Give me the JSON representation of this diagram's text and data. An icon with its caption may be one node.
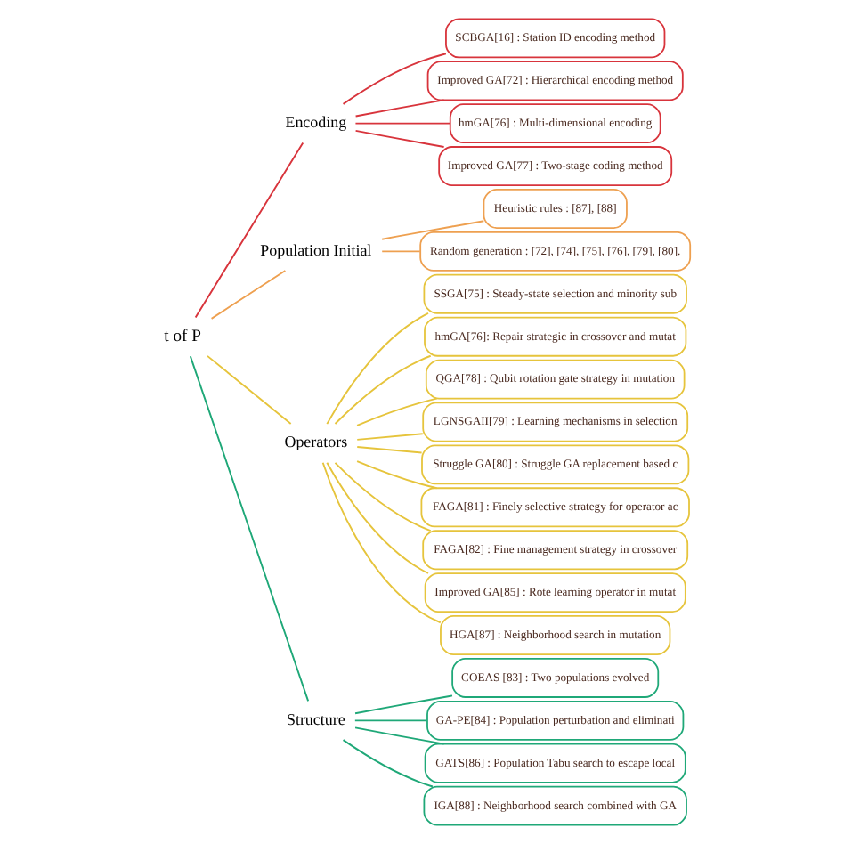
{
  "diagram": {
    "nodes": [
      {
        "text": [
          "t of P"
        ]
      },
      {
        "text": [
          "Encoding"
        ]
      },
      {
        "text": [
          "SCBGA[16] : Station ID encoding method"
        ]
      },
      {
        "text": [
          "Improved GA[72] : Hierarchical encoding method"
        ]
      },
      {
        "text": [
          "hmGA[76] : Multi-dimensional encoding"
        ]
      },
      {
        "text": [
          "Improved GA[77] : Two-stage coding method"
        ]
      },
      {
        "text": [
          "Population Initial"
        ]
      },
      {
        "text": [
          "Heuristic rules : [87], [88]"
        ]
      },
      {
        "text": [
          "Random generation : [72], [74], [75], [76], [79], [80]."
        ]
      },
      {
        "text": [
          "Operators"
        ]
      },
      {
        "text": [
          "SSGA[75] : Steady-state selection and minority sub"
        ]
      },
      {
        "text": [
          "hmGA[76]: Repair strategic in crossover and mutat"
        ]
      },
      {
        "text": [
          "QGA[78] : Qubit rotation gate strategy in mutation"
        ]
      },
      {
        "text": [
          "LGNSGAII[79] : Learning mechanisms in selection"
        ]
      },
      {
        "text": [
          "Struggle GA[80] : Struggle GA replacement based c"
        ]
      },
      {
        "text": [
          "FAGA[81] : Finely selective strategy for operator ac"
        ]
      },
      {
        "text": [
          "FAGA[82] : Fine management strategy in crossover"
        ]
      },
      {
        "text": [
          "Improved GA[85] : Rote learning operator in mutat"
        ]
      },
      {
        "text": [
          "HGA[87] : Neighborhood search in mutation"
        ]
      },
      {
        "text": [
          "Structure"
        ]
      },
      {
        "text": [
          "COEAS [83] : Two populations evolved"
        ]
      },
      {
        "text": [
          "GA-PE[84] : Population perturbation and eliminati"
        ]
      },
      {
        "text": [
          "GATS[86] : Population Tabu search to escape local"
        ]
      },
      {
        "text": [
          "IGA[88] : Neighborhood search combined with GA"
        ]
      }
    ],
    "edges": [
      {
        "from": 0,
        "to": 1,
        "arrow": "none",
        "color": "#d8343c"
      },
      {
        "from": 1,
        "to": 2,
        "arrow": "none",
        "color": "#d8343c"
      },
      {
        "from": 1,
        "to": 3,
        "arrow": "none",
        "color": "#d8343c"
      },
      {
        "from": 1,
        "to": 4,
        "arrow": "none",
        "color": "#d8343c"
      },
      {
        "from": 1,
        "to": 5,
        "arrow": "none",
        "color": "#d8343c"
      },
      {
        "from": 0,
        "to": 6,
        "arrow": "none",
        "color": "#eea050"
      },
      {
        "from": 6,
        "to": 7,
        "arrow": "none",
        "color": "#eea050"
      },
      {
        "from": 6,
        "to": 8,
        "arrow": "none",
        "color": "#eea050"
      },
      {
        "from": 0,
        "to": 9,
        "arrow": "none"
      },
      {
        "from": 9,
        "to": 10,
        "arrow": "none"
      },
      {
        "from": 9,
        "to": 11,
        "arrow": "none"
      },
      {
        "from": 9,
        "to": 12,
        "arrow": "none"
      },
      {
        "from": 9,
        "to": 13,
        "arrow": "none"
      },
      {
        "from": 9,
        "to": 14,
        "arrow": "none"
      },
      {
        "from": 9,
        "to": 15,
        "arrow": "none"
      },
      {
        "from": 9,
        "to": 16,
        "arrow": "none"
      },
      {
        "from": 9,
        "to": 17,
        "arrow": "none"
      },
      {
        "from": 9,
        "to": 18,
        "arrow": "none"
      },
      {
        "from": 0,
        "to": 19,
        "arrow": "none",
        "color": "#1fa878"
      },
      {
        "from": 19,
        "to": 20,
        "arrow": "none",
        "color": "#1fa878"
      },
      {
        "from": 19,
        "to": 21,
        "arrow": "none",
        "color": "#1fa878"
      },
      {
        "from": 19,
        "to": 22,
        "arrow": "none",
        "color": "#1fa878"
      },
      {
        "from": 19,
        "to": 23,
        "arrow": "none",
        "color": "#1fa878"
      }
    ]
  }
}
